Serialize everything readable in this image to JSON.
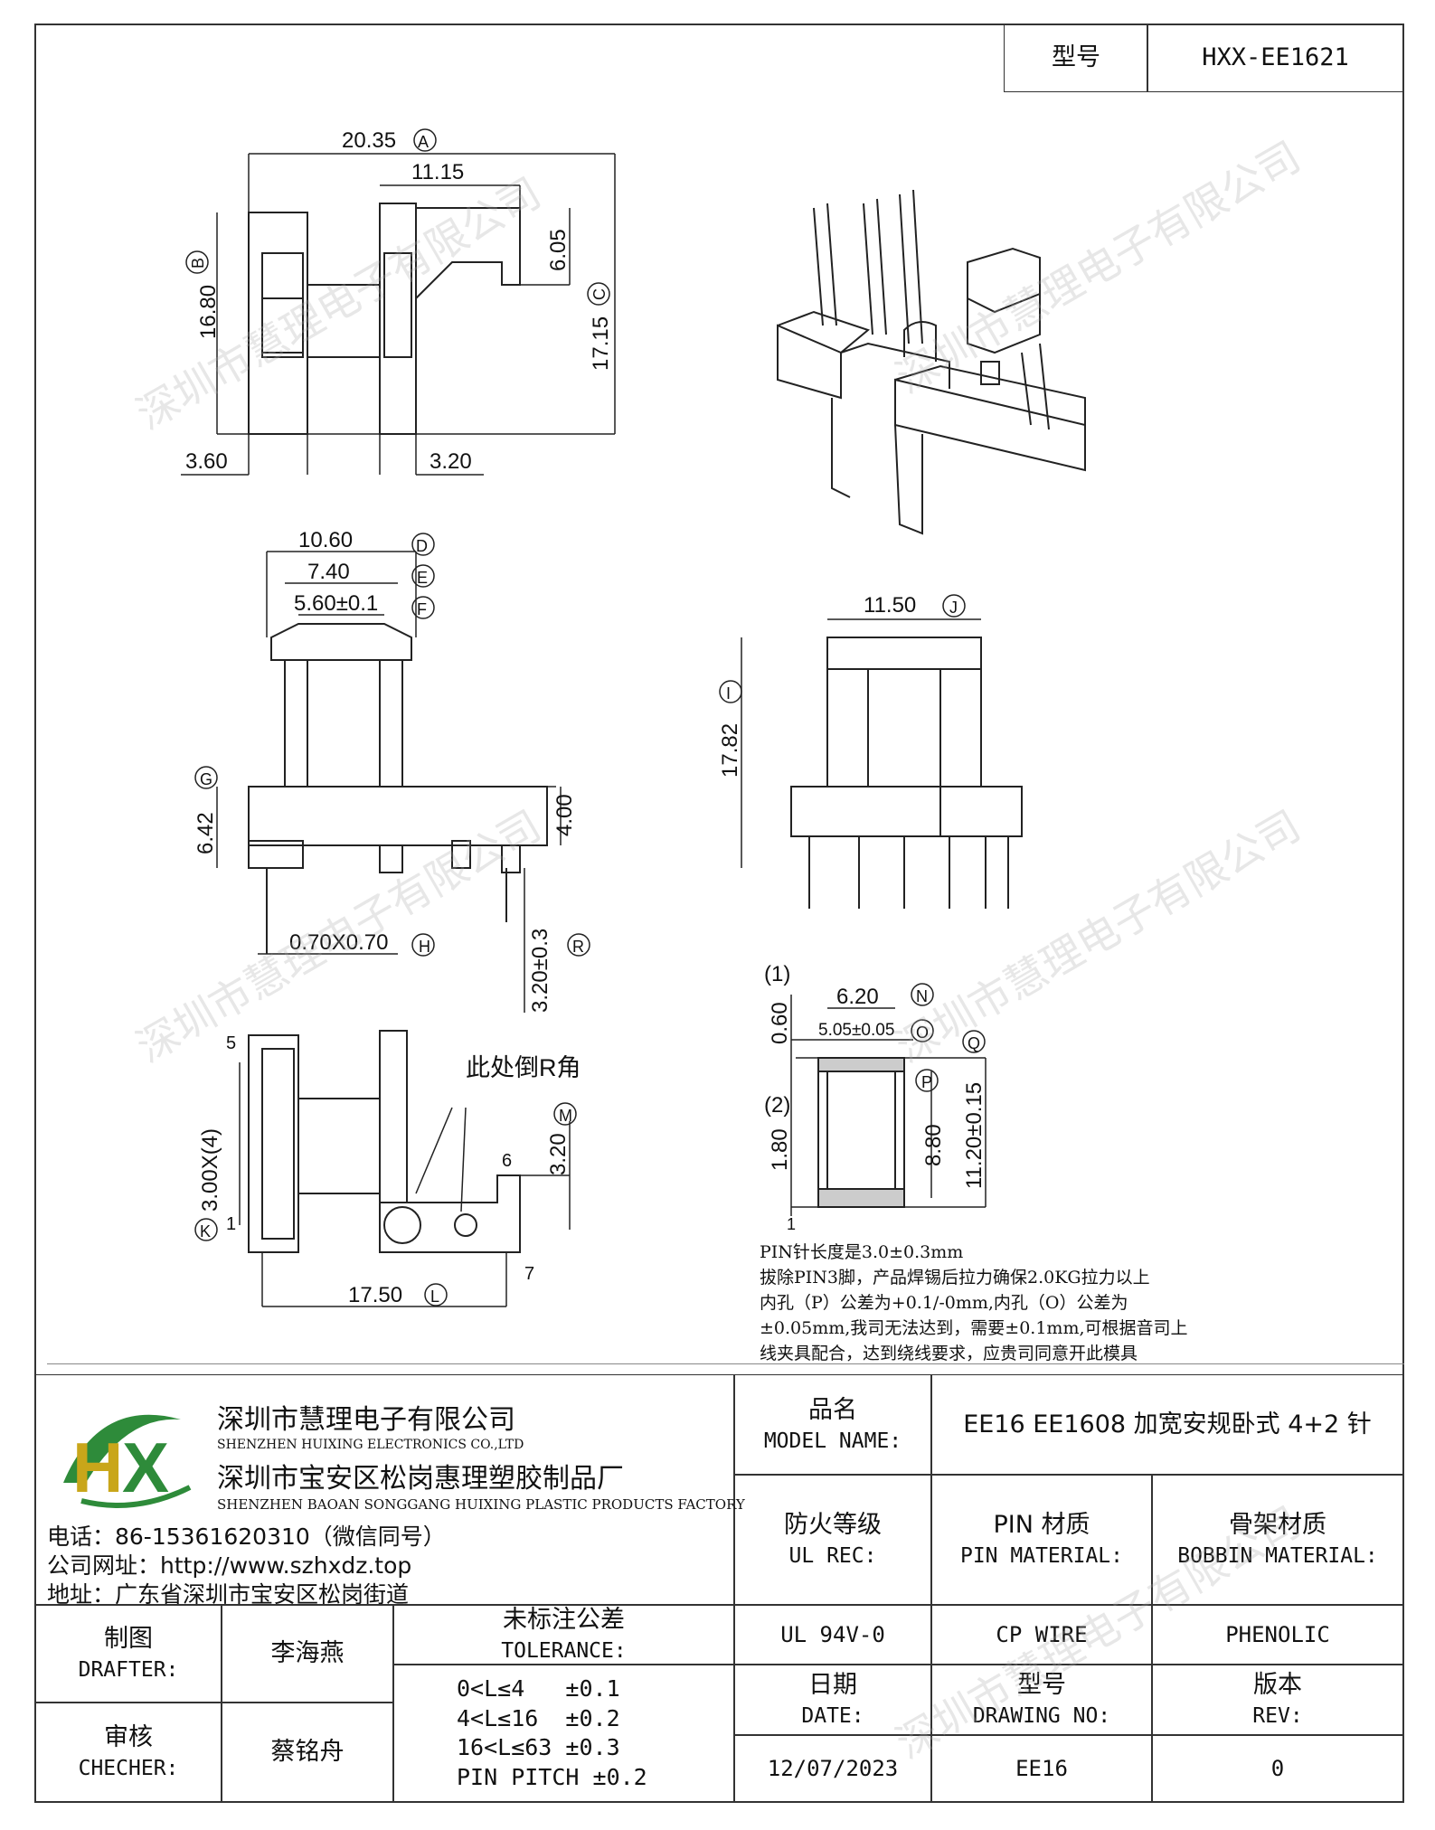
{
  "header": {
    "model_label": "型号",
    "model_value": "HXX-EE1621"
  },
  "dims": {
    "a": "20.35",
    "a_tag": "A",
    "b": "16.80",
    "b_tag": "B",
    "c": "17.15",
    "c_tag": "C",
    "d1115": "11.15",
    "d605": "6.05",
    "d360": "3.60",
    "d320": "3.20",
    "d": "10.60",
    "d_tag": "D",
    "e": "7.40",
    "e_tag": "E",
    "f": "5.60±0.1",
    "f_tag": "F",
    "g": "6.42",
    "g_tag": "G",
    "d400": "4.00",
    "h": "0.70X0.70",
    "h_tag": "H",
    "r": "3.20±0.3",
    "r_tag": "R",
    "j": "11.50",
    "j_tag": "J",
    "i": "17.82",
    "i_tag": "I",
    "k": "3.00X(4)",
    "k_tag": "K",
    "l": "17.50",
    "l_tag": "L",
    "m": "3.20",
    "m_tag": "M",
    "pin5": "5",
    "pin1": "1",
    "pin6": "6",
    "pin7": "7",
    "chamfer_note": "此处倒R角",
    "n": "6.20",
    "n_tag": "N",
    "o": "5.05±0.05",
    "o_tag": "O",
    "q": "11.20±0.15",
    "q_tag": "Q",
    "p": "8.80",
    "p_tag": "P",
    "s1": "(1)",
    "s2": "(2)",
    "d060": "0.60",
    "d180": "1.80",
    "one": "1"
  },
  "notes": [
    "PIN针长度是3.0±0.3mm",
    "拔除PIN3脚，产品焊锡后拉力确保2.0KG拉力以上",
    "内孔（P）公差为+0.1/-0mm,内孔（O）公差为",
    "±0.05mm,我司无法达到，需要±0.1mm,可根据音司上",
    "线夹具配合，达到绕线要求，应贵司同意开此模具"
  ],
  "watermark": "深圳市慧理电子有限公司",
  "company": {
    "name_cn": "深圳市慧理电子有限公司",
    "name_en": "SHENZHEN HUIXING ELECTRONICS CO.,LTD",
    "factory_cn": "深圳市宝安区松岗惠理塑胶制品厂",
    "factory_en": "SHENZHEN BAOAN SONGGANG HUIXING PLASTIC PRODUCTS FACTORY",
    "phone": "电话：86-15361620310（微信同号）",
    "web": "公司网址：http://www.szhxdz.top",
    "addr": "地址：广东省深圳市宝安区松岗街道",
    "logo_text": "HX"
  },
  "table": {
    "model_name_cn": "品名",
    "model_name_en": "MODEL NAME:",
    "model_name_value": "EE16 EE1608 加宽安规卧式 4+2 针",
    "ul_cn": "防火等级",
    "ul_en": "UL REC:",
    "pin_mat_cn": "PIN 材质",
    "pin_mat_en": "PIN MATERIAL:",
    "bobbin_mat_cn": "骨架材质",
    "bobbin_mat_en": "BOBBIN MATERIAL:",
    "drafter_cn": "制图",
    "drafter_en": "DRAFTER:",
    "drafter_value": "李海燕",
    "checker_cn": "审核",
    "checker_en": "CHECHER:",
    "checker_value": "蔡铭舟",
    "tol_cn": "未标注公差",
    "tol_en": "TOLERANCE:",
    "tol_lines": [
      "0<L≤4   ±0.1",
      "4<L≤16  ±0.2",
      "16<L≤63 ±0.3",
      "PIN PITCH ±0.2"
    ],
    "ul_value": "UL 94V-0",
    "pin_value": "CP WIRE",
    "bobbin_value": "PHENOLIC",
    "date_cn": "日期",
    "date_en": "DATE:",
    "drawing_cn": "型号",
    "drawing_en": "DRAWING NO:",
    "rev_cn": "版本",
    "rev_en": "REV:",
    "date_value": "12/07/2023",
    "drawing_value": "EE16",
    "rev_value": "0"
  }
}
